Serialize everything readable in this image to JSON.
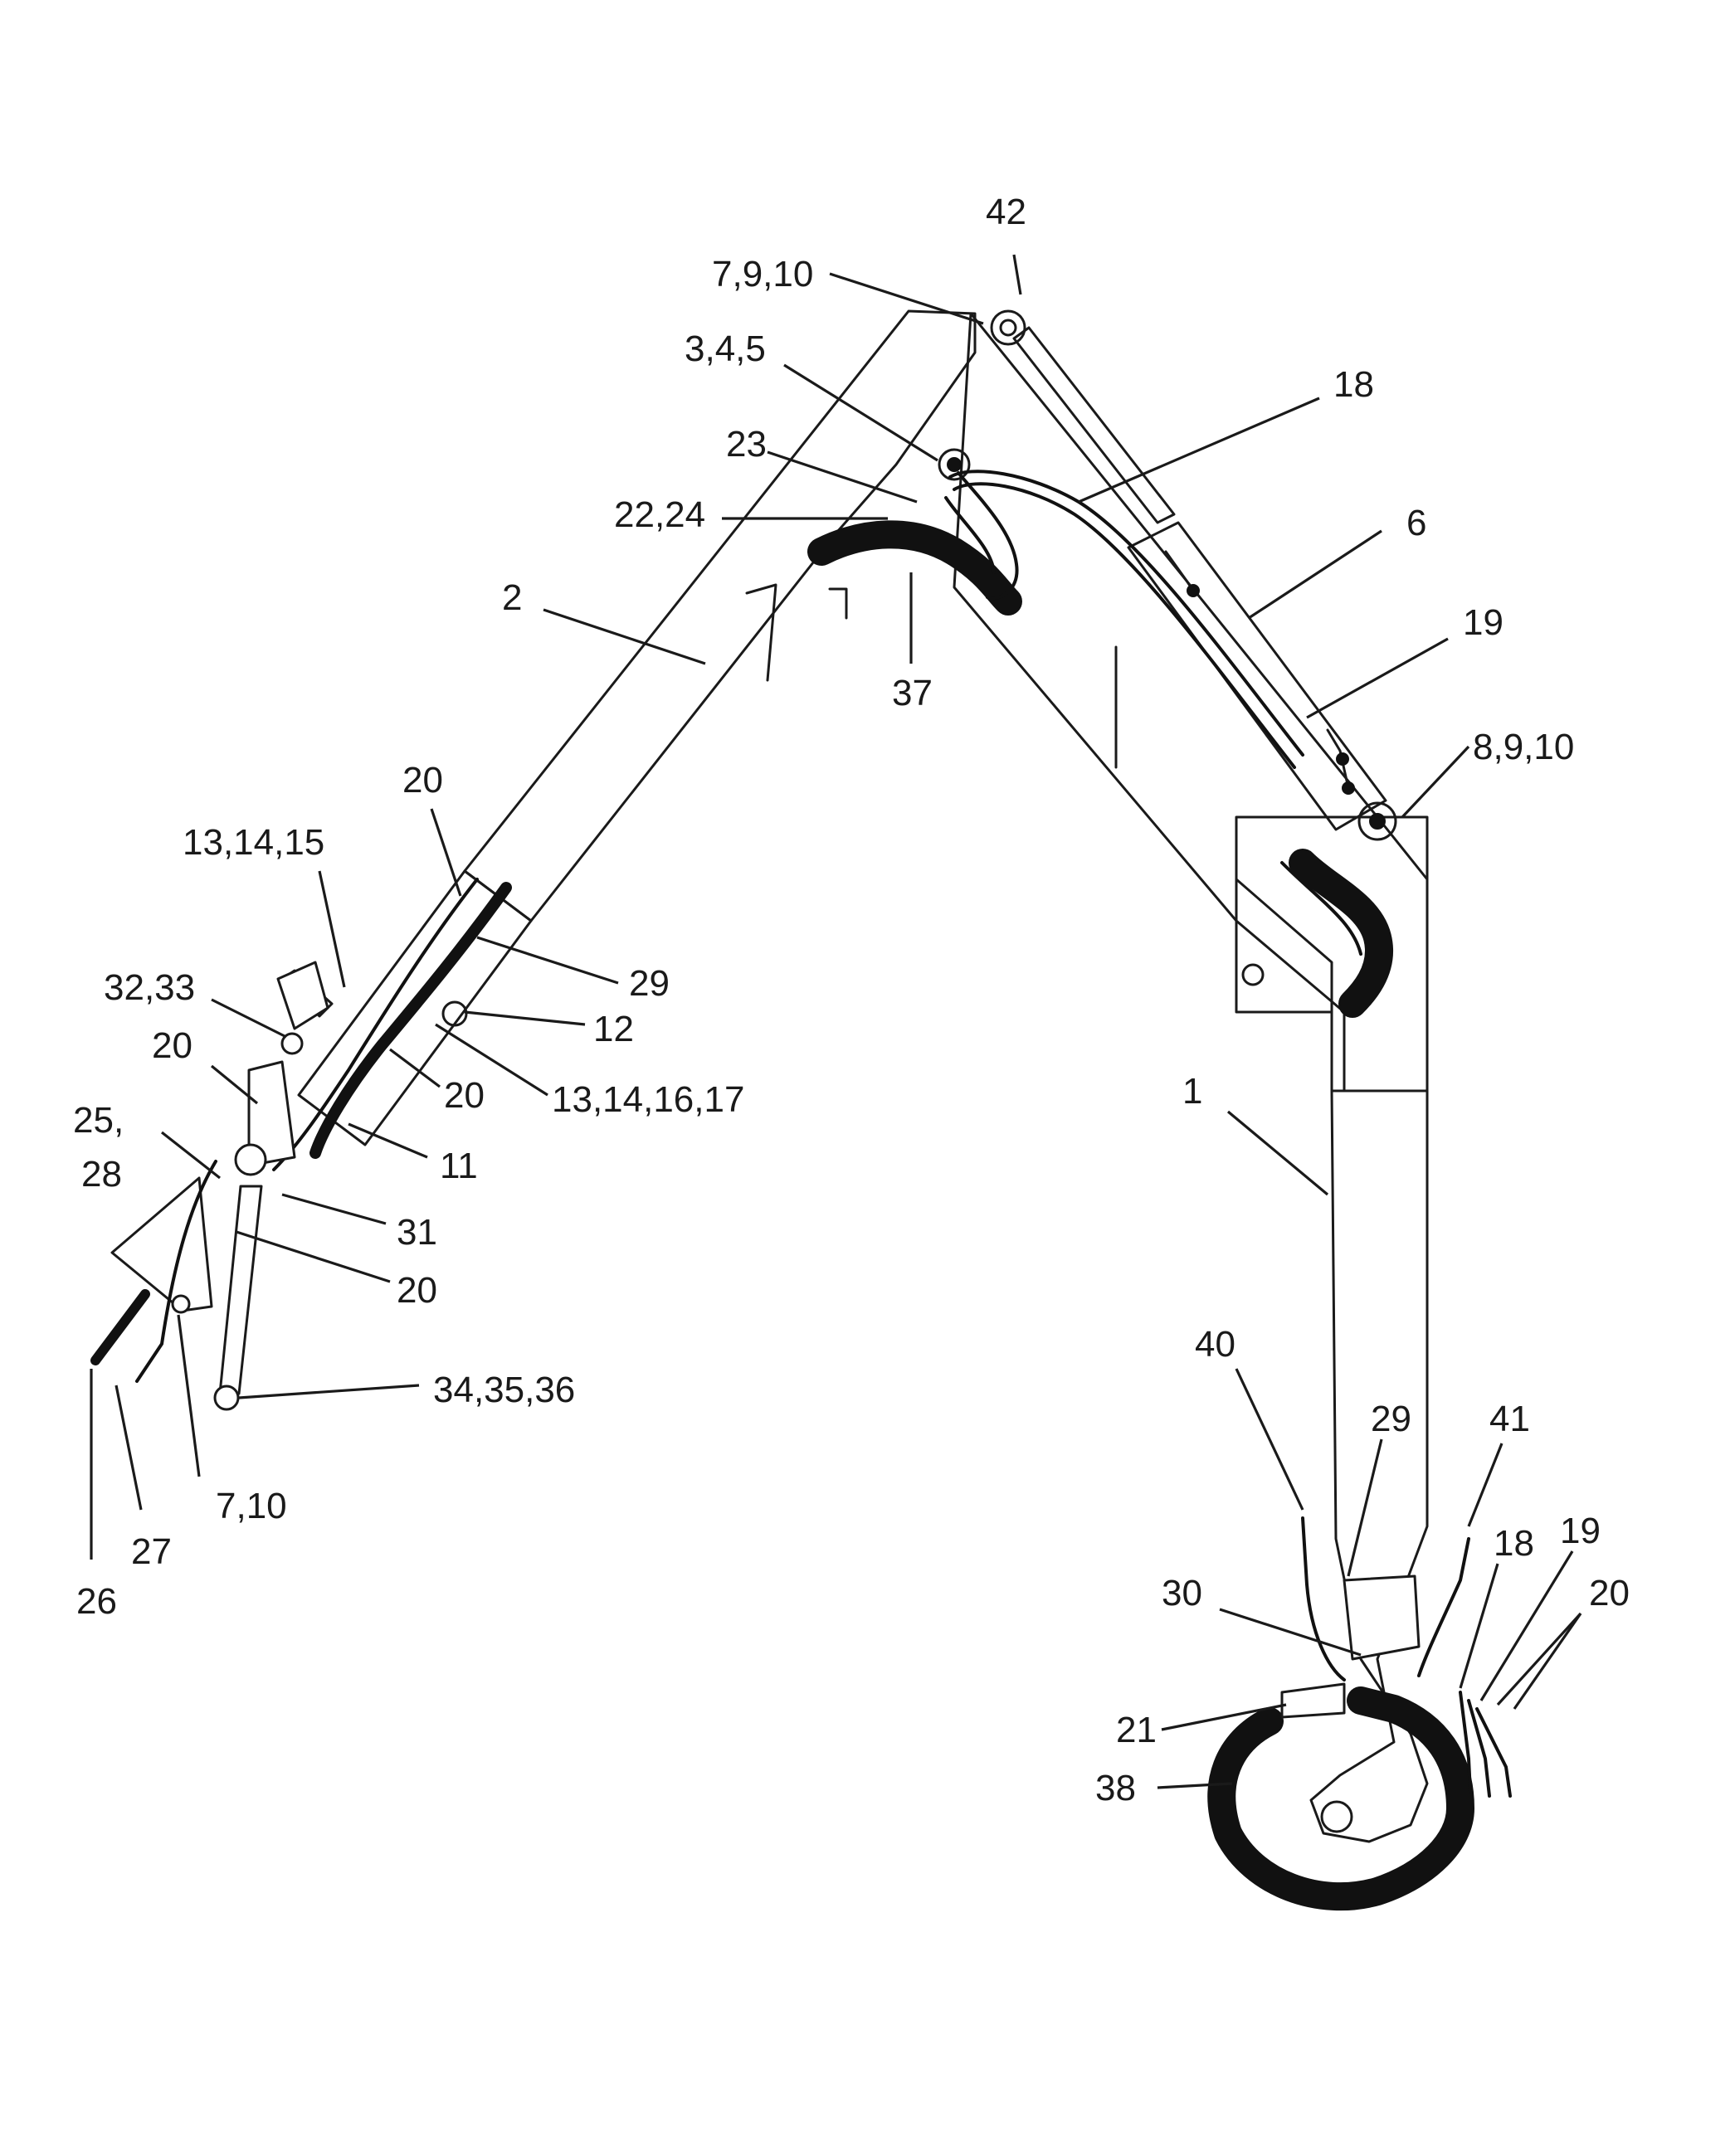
{
  "diagram": {
    "labels": {
      "l42": "42",
      "l7_9_10": "7,9,10",
      "l3_4_5": "3,4,5",
      "l18_top": "18",
      "l23": "23",
      "l22_24": "22,24",
      "l6": "6",
      "l2": "2",
      "l37": "37",
      "l19_top": "19",
      "l8_9_10": "8,9,10",
      "l20_a": "20",
      "l13_14_15": "13,14,15",
      "l29_top": "29",
      "l32_33": "32,33",
      "l12": "12",
      "l20_b": "20",
      "l20_c": "20",
      "l13_14_16_17": "13,14,16,17",
      "l1": "1",
      "l25": "25,",
      "l28": "28",
      "l11": "11",
      "l31": "31",
      "l20_d": "20",
      "l34_35_36": "34,35,36",
      "l7_10": "7,10",
      "l27": "27",
      "l26": "26",
      "l40": "40",
      "l29_bottom": "29",
      "l41": "41",
      "l18_bottom": "18",
      "l19_bottom": "19",
      "l20_e": "20",
      "l30": "30",
      "l21": "21",
      "l38": "38"
    }
  }
}
